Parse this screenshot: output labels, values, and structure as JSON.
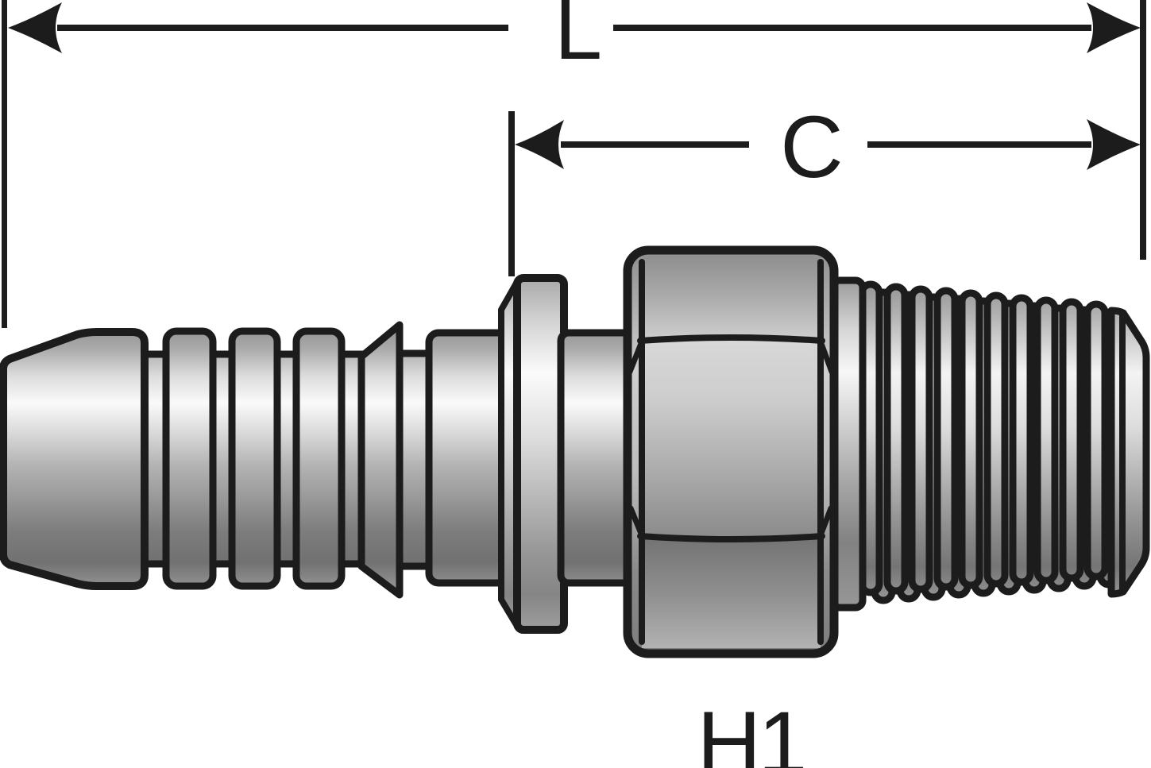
{
  "figure": {
    "kind": "technical line drawing",
    "subject": "hose stem fitting with bead flange, hex nut and tapered male pipe thread",
    "background_color": "#ffffff",
    "line_color": "#1c1c1c",
    "metal_colors": {
      "highlight": "#fafafa",
      "light": "#dcdcdc",
      "mid": "#a8a8a8",
      "shadow": "#6f6f6f"
    },
    "dimension_labels": {
      "overall_length": "L",
      "coupling_length": "C"
    },
    "hex_label": "H1"
  }
}
